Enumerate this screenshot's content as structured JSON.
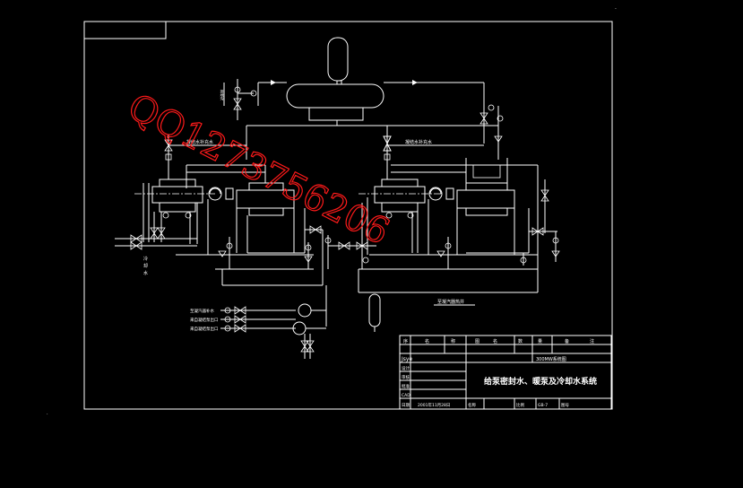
{
  "drawing": {
    "title": "给泵密封水、暖泵及冷却水系统",
    "watermark": "QQ1273756206",
    "colors": {
      "background": "#000000",
      "lines": "#ffffff",
      "watermark": "#ff1a1a"
    }
  },
  "labels": {
    "left_top_a": "凝结水补充水",
    "center_top": "凝结水补充水",
    "vent": "排地沟",
    "left_side_a": "冷",
    "left_side_b": "却",
    "left_side_c": "水",
    "bottom_row_1": "至凝汽器补水",
    "bottom_row_2": "来自凝结泵出口",
    "bottom_row_3": "来自凝结泵出口",
    "drain_label": "至凝汽器热井"
  },
  "title_block": {
    "header": [
      "序",
      "名",
      "称",
      "图",
      "名",
      "数",
      "量",
      "备",
      "注"
    ],
    "designer_label": "设计",
    "checker_label": "审核",
    "approver_label": "批准",
    "cad_label": "CAD",
    "date_label": "日期",
    "date_value": "2001年11月28日",
    "company": "Jsye",
    "project": "300MW系统图",
    "scale_label": "比例",
    "sheet_label": "图号",
    "sheet_value": "GB-7",
    "name_label": "名称"
  }
}
